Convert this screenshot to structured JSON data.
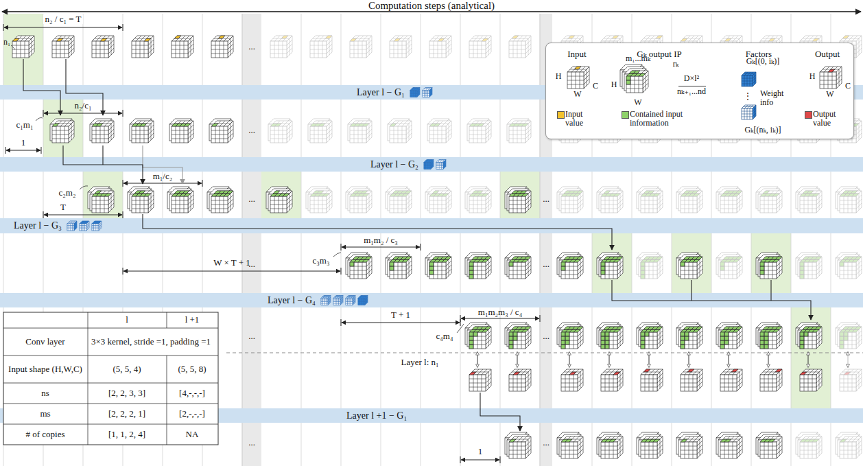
{
  "diagram": {
    "title": "Computation steps (analytical)",
    "nodes": [
      {
        "text": [
          "Input",
          "Gₖ output IP",
          "Factors",
          "Output"
        ]
      },
      {
        "text": [
          "Layer l − G₁"
        ]
      },
      {
        "text": [
          "Layer l − G₂"
        ]
      },
      {
        "text": [
          "Layer l − G₃"
        ]
      },
      {
        "text": [
          "Layer l − G₄"
        ]
      },
      {
        "text": [
          "Layer l +1 − G₁"
        ]
      }
    ],
    "labels": [
      "n₂ / c₁ = T",
      "n₁",
      "c₁m₁",
      "n₂/c₁",
      "1",
      "c₂m₂",
      "m₁/c₂",
      "T",
      "c₃m₃",
      "m₁m₂ / c₃",
      "W × T + 1",
      "c₄m₄",
      "m₁m₂m₃ / c₄",
      "T + 1",
      "Layer l: n₁",
      "1",
      "...",
      "...",
      "...",
      "...",
      "...",
      "...",
      "...",
      "...",
      "...",
      "...",
      "l",
      "l +1",
      "Conv layer",
      "3×3 kernel, stride =1, padding =1",
      "Input shape (H,W,C)",
      "(5, 5, 4)",
      "(5, 5, 8)",
      "ns",
      "[2, 2, 3, 3]",
      "[4,-,-,-]",
      "ms",
      "[2, 2, 2, 1]",
      "[2,-,-,-]",
      "# of copies",
      "[1, 1, 2, 4]",
      "NA",
      "H",
      "W",
      "C",
      "m₁...mₖ",
      "rₖ",
      "H",
      "W",
      "D×l²",
      "nₖ₊₁...nd",
      "Gₖ[(0, iₖ)]",
      "⋮",
      "Gₖ[(nₖ, iₖ)]",
      "H",
      "W",
      "C"
    ],
    "legend": [
      {
        "text": "Input value",
        "color": "#f2c12e"
      },
      {
        "text": "Contained input information",
        "color": "#8fd16a"
      },
      {
        "text": "Weight info"
      },
      {
        "text": "Output value",
        "color": "#e04848"
      }
    ]
  }
}
